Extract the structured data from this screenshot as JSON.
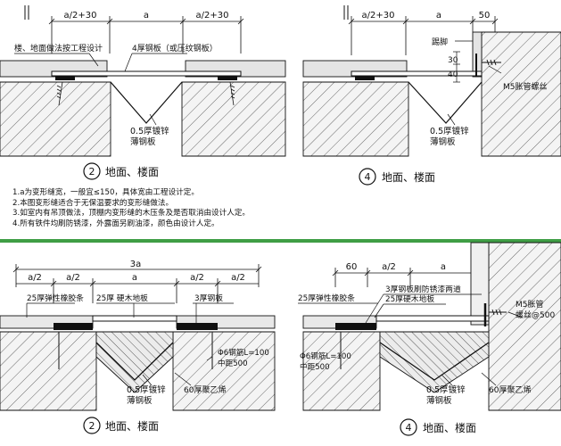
{
  "top_left": {
    "dims": [
      "a/2+30",
      "a",
      "a/2+30"
    ],
    "label_floor": "楼、地面做法按工程设计",
    "label_plate": "4厚钢板（或压纹钢板）",
    "label_sheet_l1": "0.5厚镀锌",
    "label_sheet_l2": "薄钢板",
    "caption_num": "2",
    "caption_text": "地面、楼面"
  },
  "top_right": {
    "dims": [
      "a/2+30",
      "a",
      "50"
    ],
    "label_skirting": "踢脚",
    "dim_v1": "30",
    "dim_v2": "40",
    "label_bolt": "M5胀管螺丝",
    "label_sheet_l1": "0.5厚镀锌",
    "label_sheet_l2": "薄钢板",
    "caption_num": "4",
    "caption_text": "地面、楼面"
  },
  "notes": [
    "1.a为变形缝宽，一般宜≤150，具体宽由工程设计定。",
    "2.本图变形缝适合于无保温要求的变形缝做法。",
    "3.如室内有吊顶做法，顶棚内变形缝的木压条及是否取消由设计人定。",
    "4.所有铁件均刷防锈漆，外露面另刷油漆，颜色由设计人定。"
  ],
  "bottom_left": {
    "dim_total": "3a",
    "dims": [
      "a/2",
      "a/2",
      "a",
      "a/2",
      "a/2"
    ],
    "label_rubber": "25厚弹性橡胶条",
    "label_wood": "25厚 硬木地板",
    "label_plate": "3厚钢板",
    "label_rebar_l1": "Φ6钢筋L=100",
    "label_rebar_l2": "中距500",
    "label_sheet_l1": "0.5厚镀锌",
    "label_sheet_l2": "薄钢板",
    "label_pe": "60厚聚乙烯",
    "caption_num": "2",
    "caption_text": "地面、楼面"
  },
  "bottom_right": {
    "dims": [
      "60",
      "a/2",
      "a"
    ],
    "label_plate": "3厚钢板刷防锈漆两道",
    "label_wood": "25厚硬木地板",
    "label_rubber": "25厚弹性橡胶条",
    "label_bolt_l1": "M5胀管",
    "label_bolt_l2": "螺丝@500",
    "label_rebar_l1": "Φ6钢筋L=100",
    "label_rebar_l2": "中距500",
    "label_sheet_l1": "0.5厚镀锌",
    "label_sheet_l2": "薄钢板",
    "label_pe": "60厚聚乙烯",
    "caption_num": "4",
    "caption_text": "地面、楼面"
  },
  "colors": {
    "separator": "#3f9e45",
    "line": "#111111",
    "fill": "#e2e2e2"
  }
}
